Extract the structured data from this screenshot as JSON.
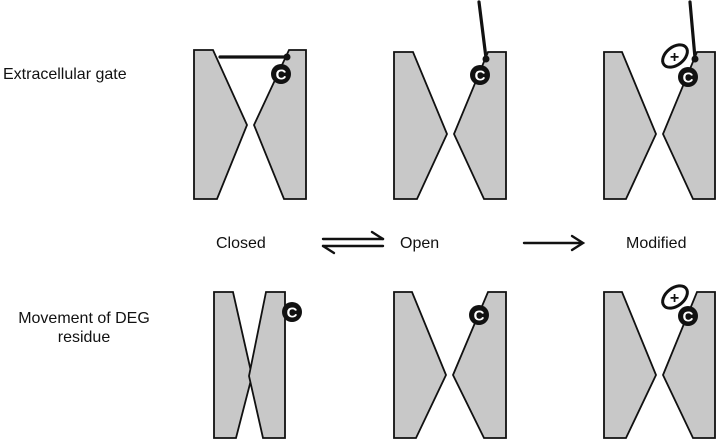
{
  "row_labels": {
    "top": "Extracellular gate",
    "bottom_line1": "Movement of DEG",
    "bottom_line2": "residue"
  },
  "states": [
    {
      "label": "Closed"
    },
    {
      "label": "Open"
    },
    {
      "label": "Modified"
    }
  ],
  "transitions": [
    {
      "from": "Closed",
      "to": "Open",
      "type": "reversible"
    },
    {
      "from": "Open",
      "to": "Modified",
      "type": "irreversible"
    }
  ],
  "residue_label": "C",
  "modifier_label": "+",
  "colors": {
    "channel_fill": "#c8c8c8",
    "outline": "#111111",
    "background": "#ffffff"
  }
}
